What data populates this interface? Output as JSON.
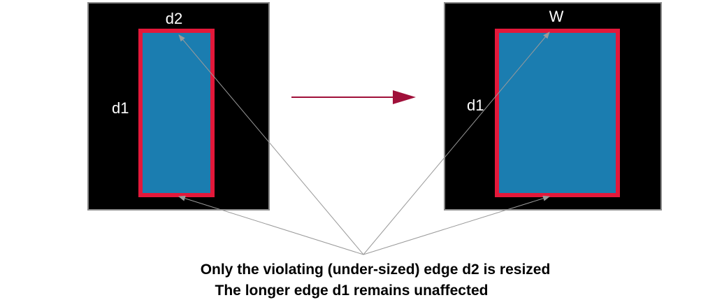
{
  "left_panel": {
    "top_label": "d2",
    "side_label": "d1"
  },
  "right_panel": {
    "top_label": "W",
    "side_label": "d1"
  },
  "caption": {
    "line1": "Only the violating (under-sized) edge d2 is resized",
    "line2": "The longer edge d1 remains unaffected"
  },
  "colors": {
    "panel_background": "#000000",
    "panel_border": "#8a8a8a",
    "rect_outline": "#e3183a",
    "rect_fill": "#1b7db0",
    "transform_arrow": "#a0103a",
    "pointer_lines": "#9a9a9a",
    "caption_text": "#000000"
  }
}
